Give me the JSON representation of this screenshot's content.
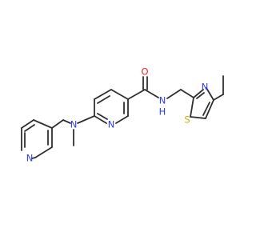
{
  "molecule": {
    "colors": {
      "background": "#ffffff",
      "carbon_bond": "#2f2f2f",
      "nitrogen": "#2f3cff",
      "oxygen": "#ff2020",
      "sulfur": "#c8b400"
    },
    "labels": {
      "amide_oxygen": "O",
      "amide_nitrogen": "N",
      "amide_hydrogen": "H",
      "nicotinamide_ring_nitrogen": "N",
      "amine_nitrogen": "N",
      "pyridine_nitrogen": "N",
      "thiazole_nitrogen": "N",
      "thiazole_sulfur": "S"
    }
  }
}
